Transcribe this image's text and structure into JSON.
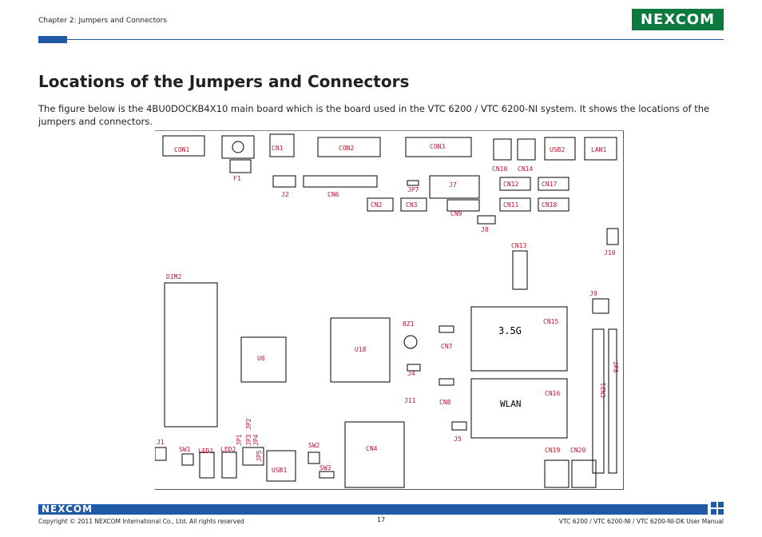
{
  "header": {
    "chapter": "Chapter 2: Jumpers and Connectors",
    "logo_text": "NEXCOM"
  },
  "title": "Locations of the Jumpers and Connectors",
  "intro": "The figure below is the 4BU0DOCKB4X10 main board which is the board used in the VTC 6200 / VTC 6200-NI system. It shows the locations of the jumpers and connectors.",
  "board_labels": {
    "con1": "CON1",
    "cn1": "CN1",
    "con2": "CON2",
    "con3": "CON3",
    "usb2": "USB2",
    "lan1": "LAN1",
    "cn10": "CN10",
    "cn14": "CN14",
    "f1": "F1",
    "j2": "J2",
    "cn6": "CN6",
    "jp7": "JP7",
    "j7": "J7",
    "cn12": "CN12",
    "cn17": "CN17",
    "cn2": "CN2",
    "cn3": "CN3",
    "cn9": "CN9",
    "cn11": "CN11",
    "cn18": "CN18",
    "j8": "J8",
    "cn13": "CN13",
    "j10": "J10",
    "dim2": "DIM2",
    "j9": "J9",
    "bz1": "BZ1",
    "cn15": "CN15",
    "g35": "3.5G",
    "u6": "U6",
    "u18": "U18",
    "cn7": "CN7",
    "jp8": "JP8",
    "j4": "J4",
    "cn21": "CN21",
    "j11": "J11",
    "cn8": "CN8",
    "cn16": "CN16",
    "wlan": "WLAN",
    "jp2": "JP2",
    "jp1": "JP1",
    "jp3": "JP3",
    "jp4": "JP4",
    "j5": "J5",
    "j1": "J1",
    "sw1": "SW1",
    "led1": "LED1",
    "led2": "LED2",
    "jp5": "JP5",
    "sw2": "SW2",
    "cn4": "CN4",
    "cn19": "CN19",
    "cn20": "CN20",
    "usb1": "USB1",
    "sw3": "SW3"
  },
  "footer": {
    "logo_text": "NEXCOM",
    "copyright": "Copyright © 2011 NEXCOM International Co., Ltd. All rights reserved",
    "page_number": "17",
    "manual": "VTC 6200 / VTC 6200-NI / VTC 6200-NI-DK User Manual"
  }
}
